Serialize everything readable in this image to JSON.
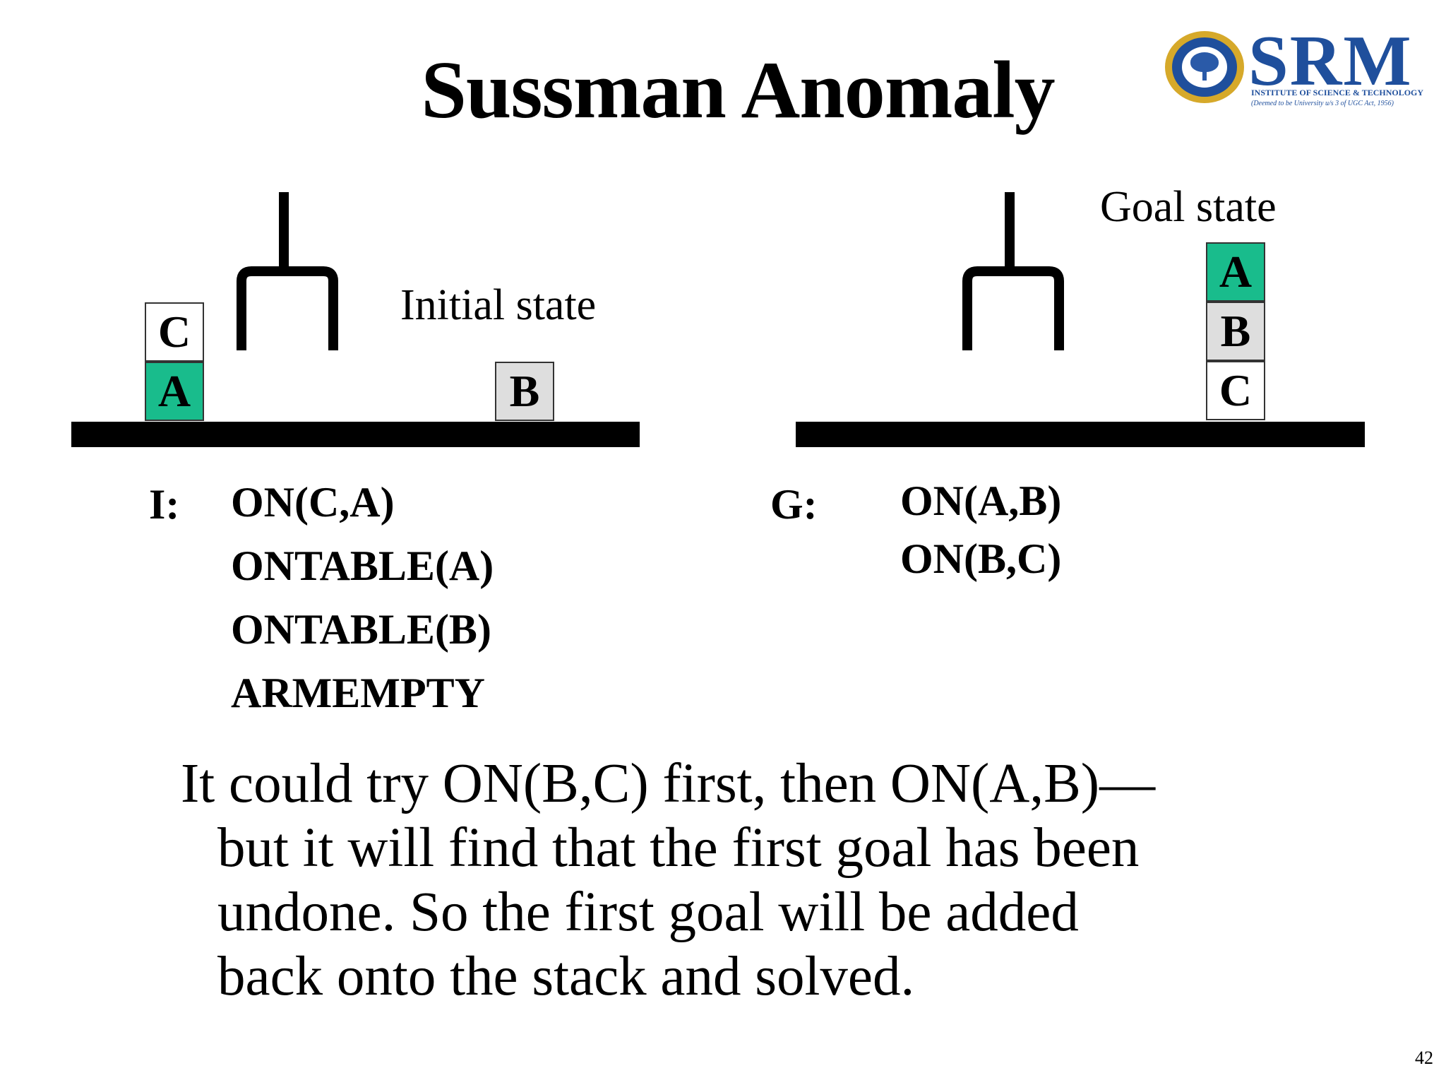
{
  "slide": {
    "title": "Sussman Anomaly",
    "page_number": "42"
  },
  "logo": {
    "name": "SRM",
    "line1": "INSTITUTE OF SCIENCE & TECHNOLOGY",
    "line2": "(Deemed to be University u/s 3 of UGC Act, 1956)"
  },
  "colors": {
    "block_green": "#19bc8c",
    "block_gray": "#dedede",
    "logo_blue": "#1f4f9c",
    "logo_gold": "#d6a92a"
  },
  "initial": {
    "label": "Initial state",
    "blocks": {
      "top_left": "C",
      "bottom_left": "A",
      "right": "B"
    },
    "prefix": "I:",
    "predicates": [
      "ON(C,A)",
      "ONTABLE(A)",
      "ONTABLE(B)",
      "ARMEMPTY"
    ]
  },
  "goal": {
    "label": "Goal state",
    "blocks": {
      "top": "A",
      "middle": "B",
      "bottom": "C"
    },
    "prefix": "G:",
    "predicates": [
      "ON(A,B)",
      "ON(B,C)"
    ]
  },
  "paragraph": {
    "lines": [
      "It could try ON(B,C) first, then ON(A,B)—",
      "but it will find that the first goal has been",
      "undone.  So the first goal will be added",
      "back onto the stack and solved."
    ]
  }
}
